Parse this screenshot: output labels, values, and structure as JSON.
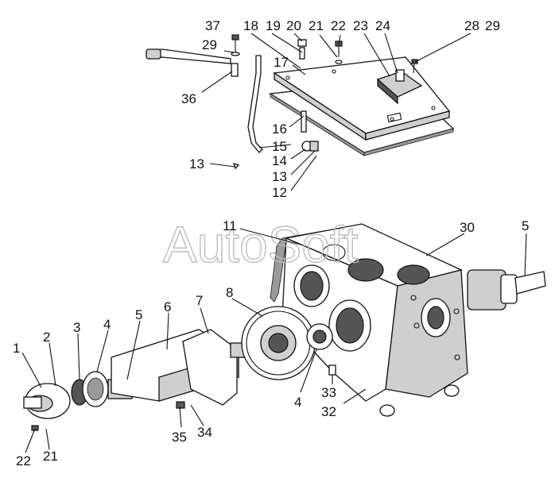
{
  "watermark": "AutoSoft",
  "callouts": [
    {
      "id": "c1",
      "text": "1"
    },
    {
      "id": "c2",
      "text": "2"
    },
    {
      "id": "c3",
      "text": "3"
    },
    {
      "id": "c4a",
      "text": "4"
    },
    {
      "id": "c5a",
      "text": "5"
    },
    {
      "id": "c6",
      "text": "6"
    },
    {
      "id": "c7",
      "text": "7"
    },
    {
      "id": "c8",
      "text": "8"
    },
    {
      "id": "c4b",
      "text": "4"
    },
    {
      "id": "c33",
      "text": "33"
    },
    {
      "id": "c32",
      "text": "32"
    },
    {
      "id": "c35",
      "text": "35"
    },
    {
      "id": "c34",
      "text": "34"
    },
    {
      "id": "c22b",
      "text": "22"
    },
    {
      "id": "c21b",
      "text": "21"
    },
    {
      "id": "c11",
      "text": "11"
    },
    {
      "id": "c30",
      "text": "30"
    },
    {
      "id": "c5b",
      "text": "5"
    },
    {
      "id": "c13a",
      "text": "13"
    },
    {
      "id": "c37",
      "text": "37"
    },
    {
      "id": "c29a",
      "text": "29"
    },
    {
      "id": "c36",
      "text": "36"
    },
    {
      "id": "c18",
      "text": "18"
    },
    {
      "id": "c19",
      "text": "19"
    },
    {
      "id": "c20",
      "text": "20"
    },
    {
      "id": "c21a",
      "text": "21"
    },
    {
      "id": "c22a",
      "text": "22"
    },
    {
      "id": "c23",
      "text": "23"
    },
    {
      "id": "c24",
      "text": "24"
    },
    {
      "id": "c28",
      "text": "28"
    },
    {
      "id": "c29b",
      "text": "29"
    },
    {
      "id": "c17",
      "text": "17"
    },
    {
      "id": "c16",
      "text": "16"
    },
    {
      "id": "c15",
      "text": "15"
    },
    {
      "id": "c14",
      "text": "14"
    },
    {
      "id": "c13b",
      "text": "13"
    },
    {
      "id": "c12",
      "text": "12"
    }
  ]
}
